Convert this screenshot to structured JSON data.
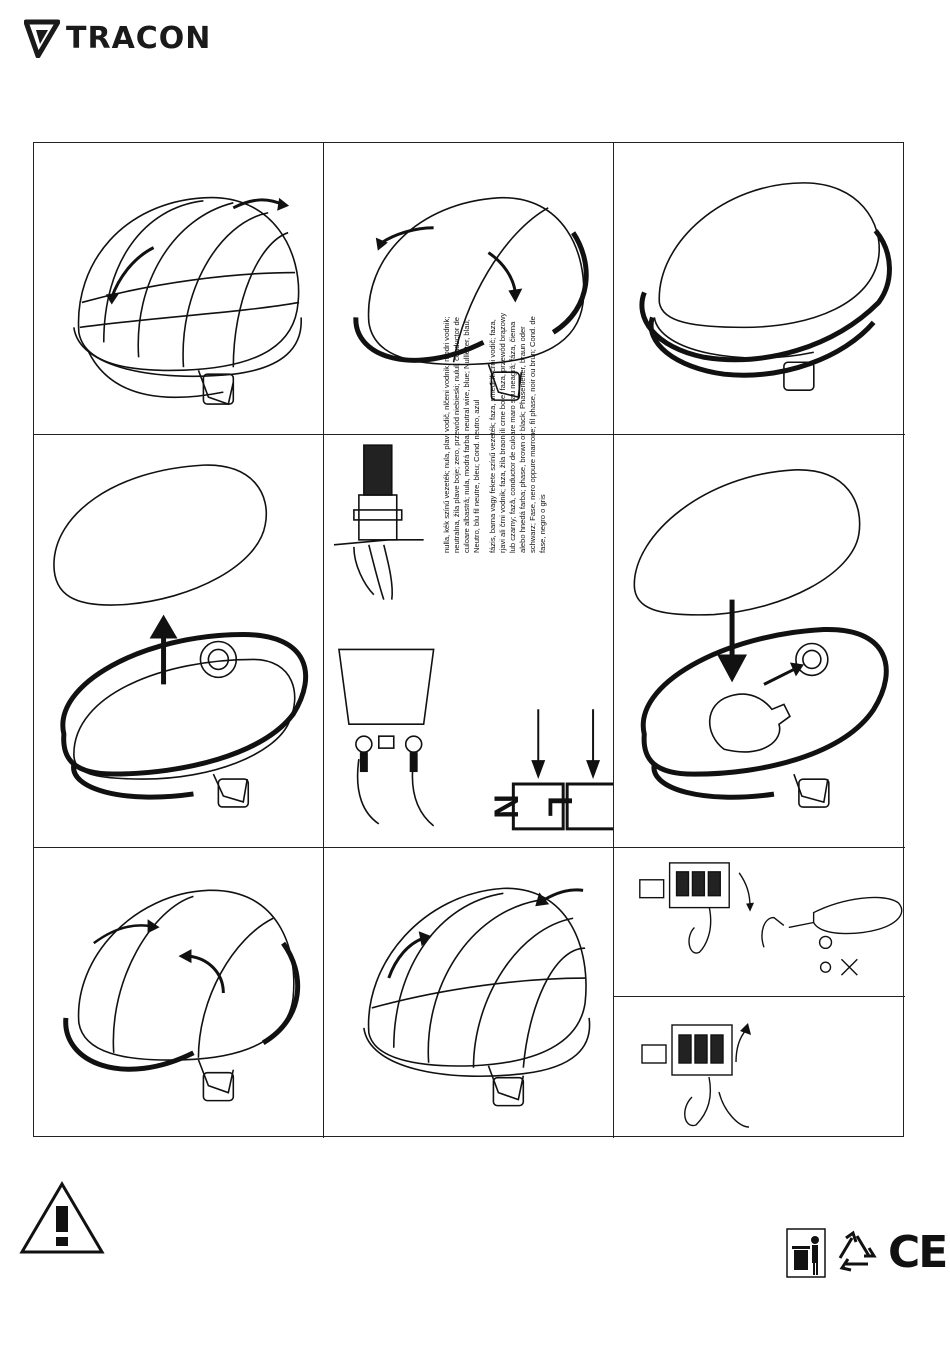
{
  "brand": {
    "name": "TRACON"
  },
  "wiring_text": {
    "neutral": "nulla, kék színű vezeték; nula, plavi vodič, nlčeni vodnik, modri vodnik; neutralna, žila plave boje; zero, przewód niebieski; nulul, conductor de culoare albastră; nula, modrá farba; neutral wire, blue; Nullleiter, blau; Neutro, blu fil neutre, bleu; Cond. neutro, azul",
    "phase": "fázis, barna vagy fekete színű vezeték; faza, smeđi ili crni vodič; faza, rjavi ali črni vodnik; faza, žila braon ili crne boje; faza, przewód brązowy lub czarny; fază, conductor de culoare maro sau neagră; fáza, čierna alebo hnedá farba; phase, brown or black; Phasenleiter, braun oder schwarz; Fase, nero oppure marrone; fil phase, noir ou brun; Cond. de fase, negro o gris"
  },
  "terminals": {
    "neutral": "N",
    "live": "L"
  },
  "symbols": [
    "warning-triangle-icon",
    "weee-bin-icon",
    "recycle-icon",
    "ce-mark-icon"
  ],
  "ce_mark": "CE"
}
